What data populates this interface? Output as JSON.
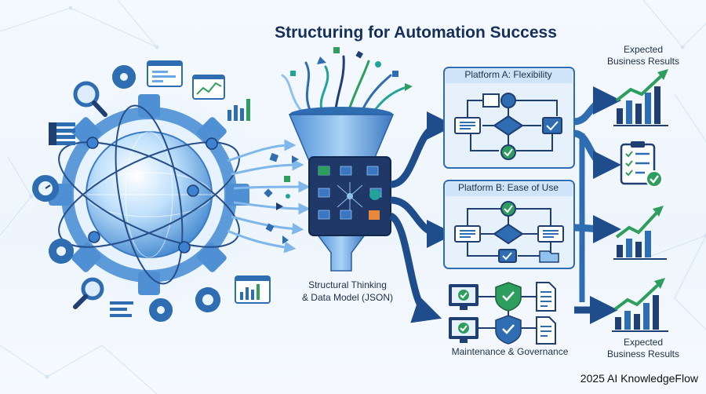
{
  "title": "Structuring for Automation Success",
  "data_model": {
    "label_line1": "Structural Thinking",
    "label_line2": "& Data Model (JSON)"
  },
  "platform_a": {
    "label": "Platform A: Flexibility"
  },
  "platform_b": {
    "label": "Platform B: Ease of Use"
  },
  "maintenance": {
    "label": "Maintenance & Governance"
  },
  "results_top": {
    "line1": "Expected",
    "line2": "Business Results"
  },
  "results_bottom": {
    "line1": "Expected",
    "line2": "Business Results"
  },
  "brand": "2025 AI KnowledgeFlow",
  "colors": {
    "navy": "#1f3f73",
    "blue": "#2f6db3",
    "light_blue": "#8fc3ee",
    "green": "#2e9e5e",
    "teal": "#22a39a",
    "orange": "#e8883a"
  }
}
